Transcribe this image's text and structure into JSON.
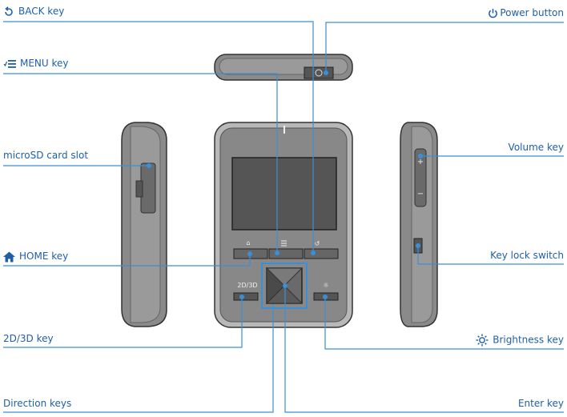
{
  "labels": {
    "back_key": "BACK key",
    "power_button": "Power button",
    "menu_key": "MENU key",
    "microsd_slot": "microSD card slot",
    "volume_key": "Volume key",
    "home_key": "HOME key",
    "key_lock_switch": "Key lock switch",
    "key_2d3d": "2D/3D key",
    "brightness_key": "Brightness key",
    "direction_keys": "Direction keys",
    "enter_key": "Enter key"
  },
  "device": {
    "label_2d3d": "2D/3D",
    "volume_plus": "+",
    "volume_minus": "−"
  },
  "icons": {
    "back": "back-arrow-icon",
    "power": "power-icon",
    "menu": "menu-list-icon",
    "home": "home-icon",
    "brightness": "sun-icon"
  },
  "colors": {
    "accent": "#1f5fa8",
    "leader_line": "#3a8fd8",
    "device_body": "#8a8a8a",
    "device_dark": "#4a4a4a",
    "screen": "#5a5a5a"
  }
}
